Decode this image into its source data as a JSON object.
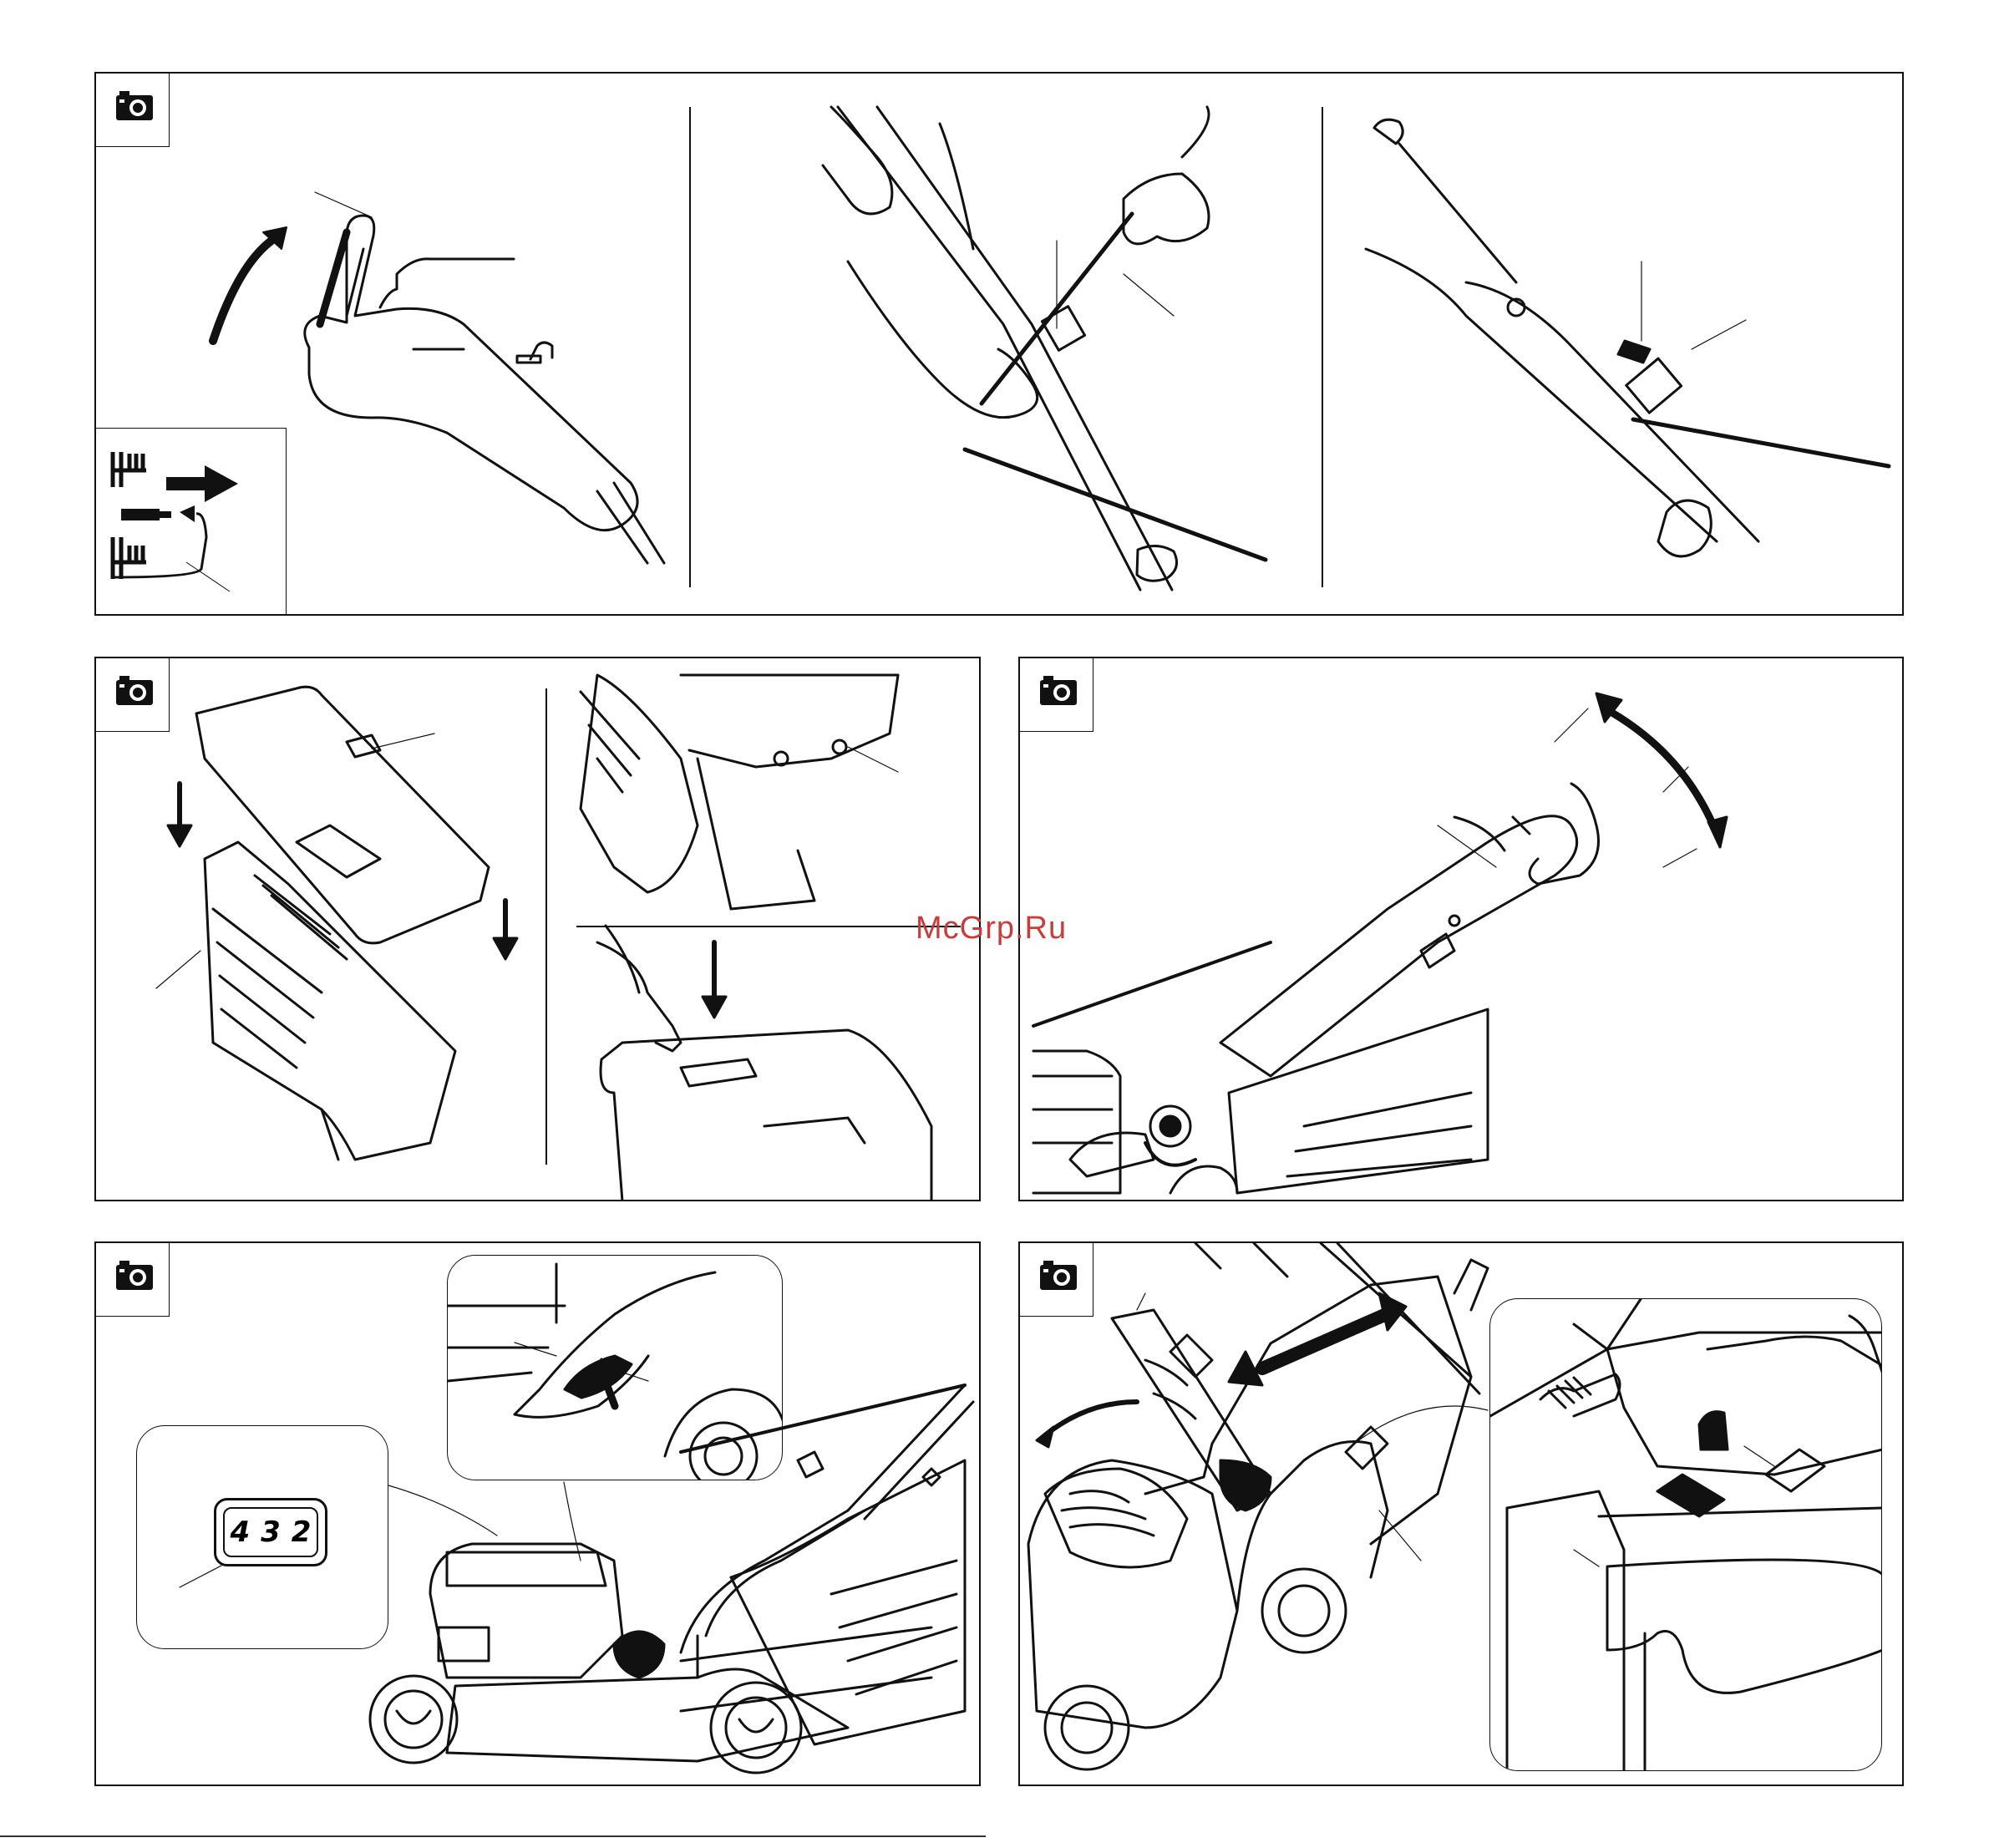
{
  "watermark": "McGrp.Ru",
  "gear_selector": {
    "digits": [
      "4",
      "3",
      "2"
    ]
  },
  "icons": {
    "camera": "camera-icon",
    "spark_plug": "spark-plug-disconnect-icon",
    "arrow": "direction-arrow-icon"
  },
  "colors": {
    "line": "#111111",
    "watermark": "#c83c3c"
  }
}
